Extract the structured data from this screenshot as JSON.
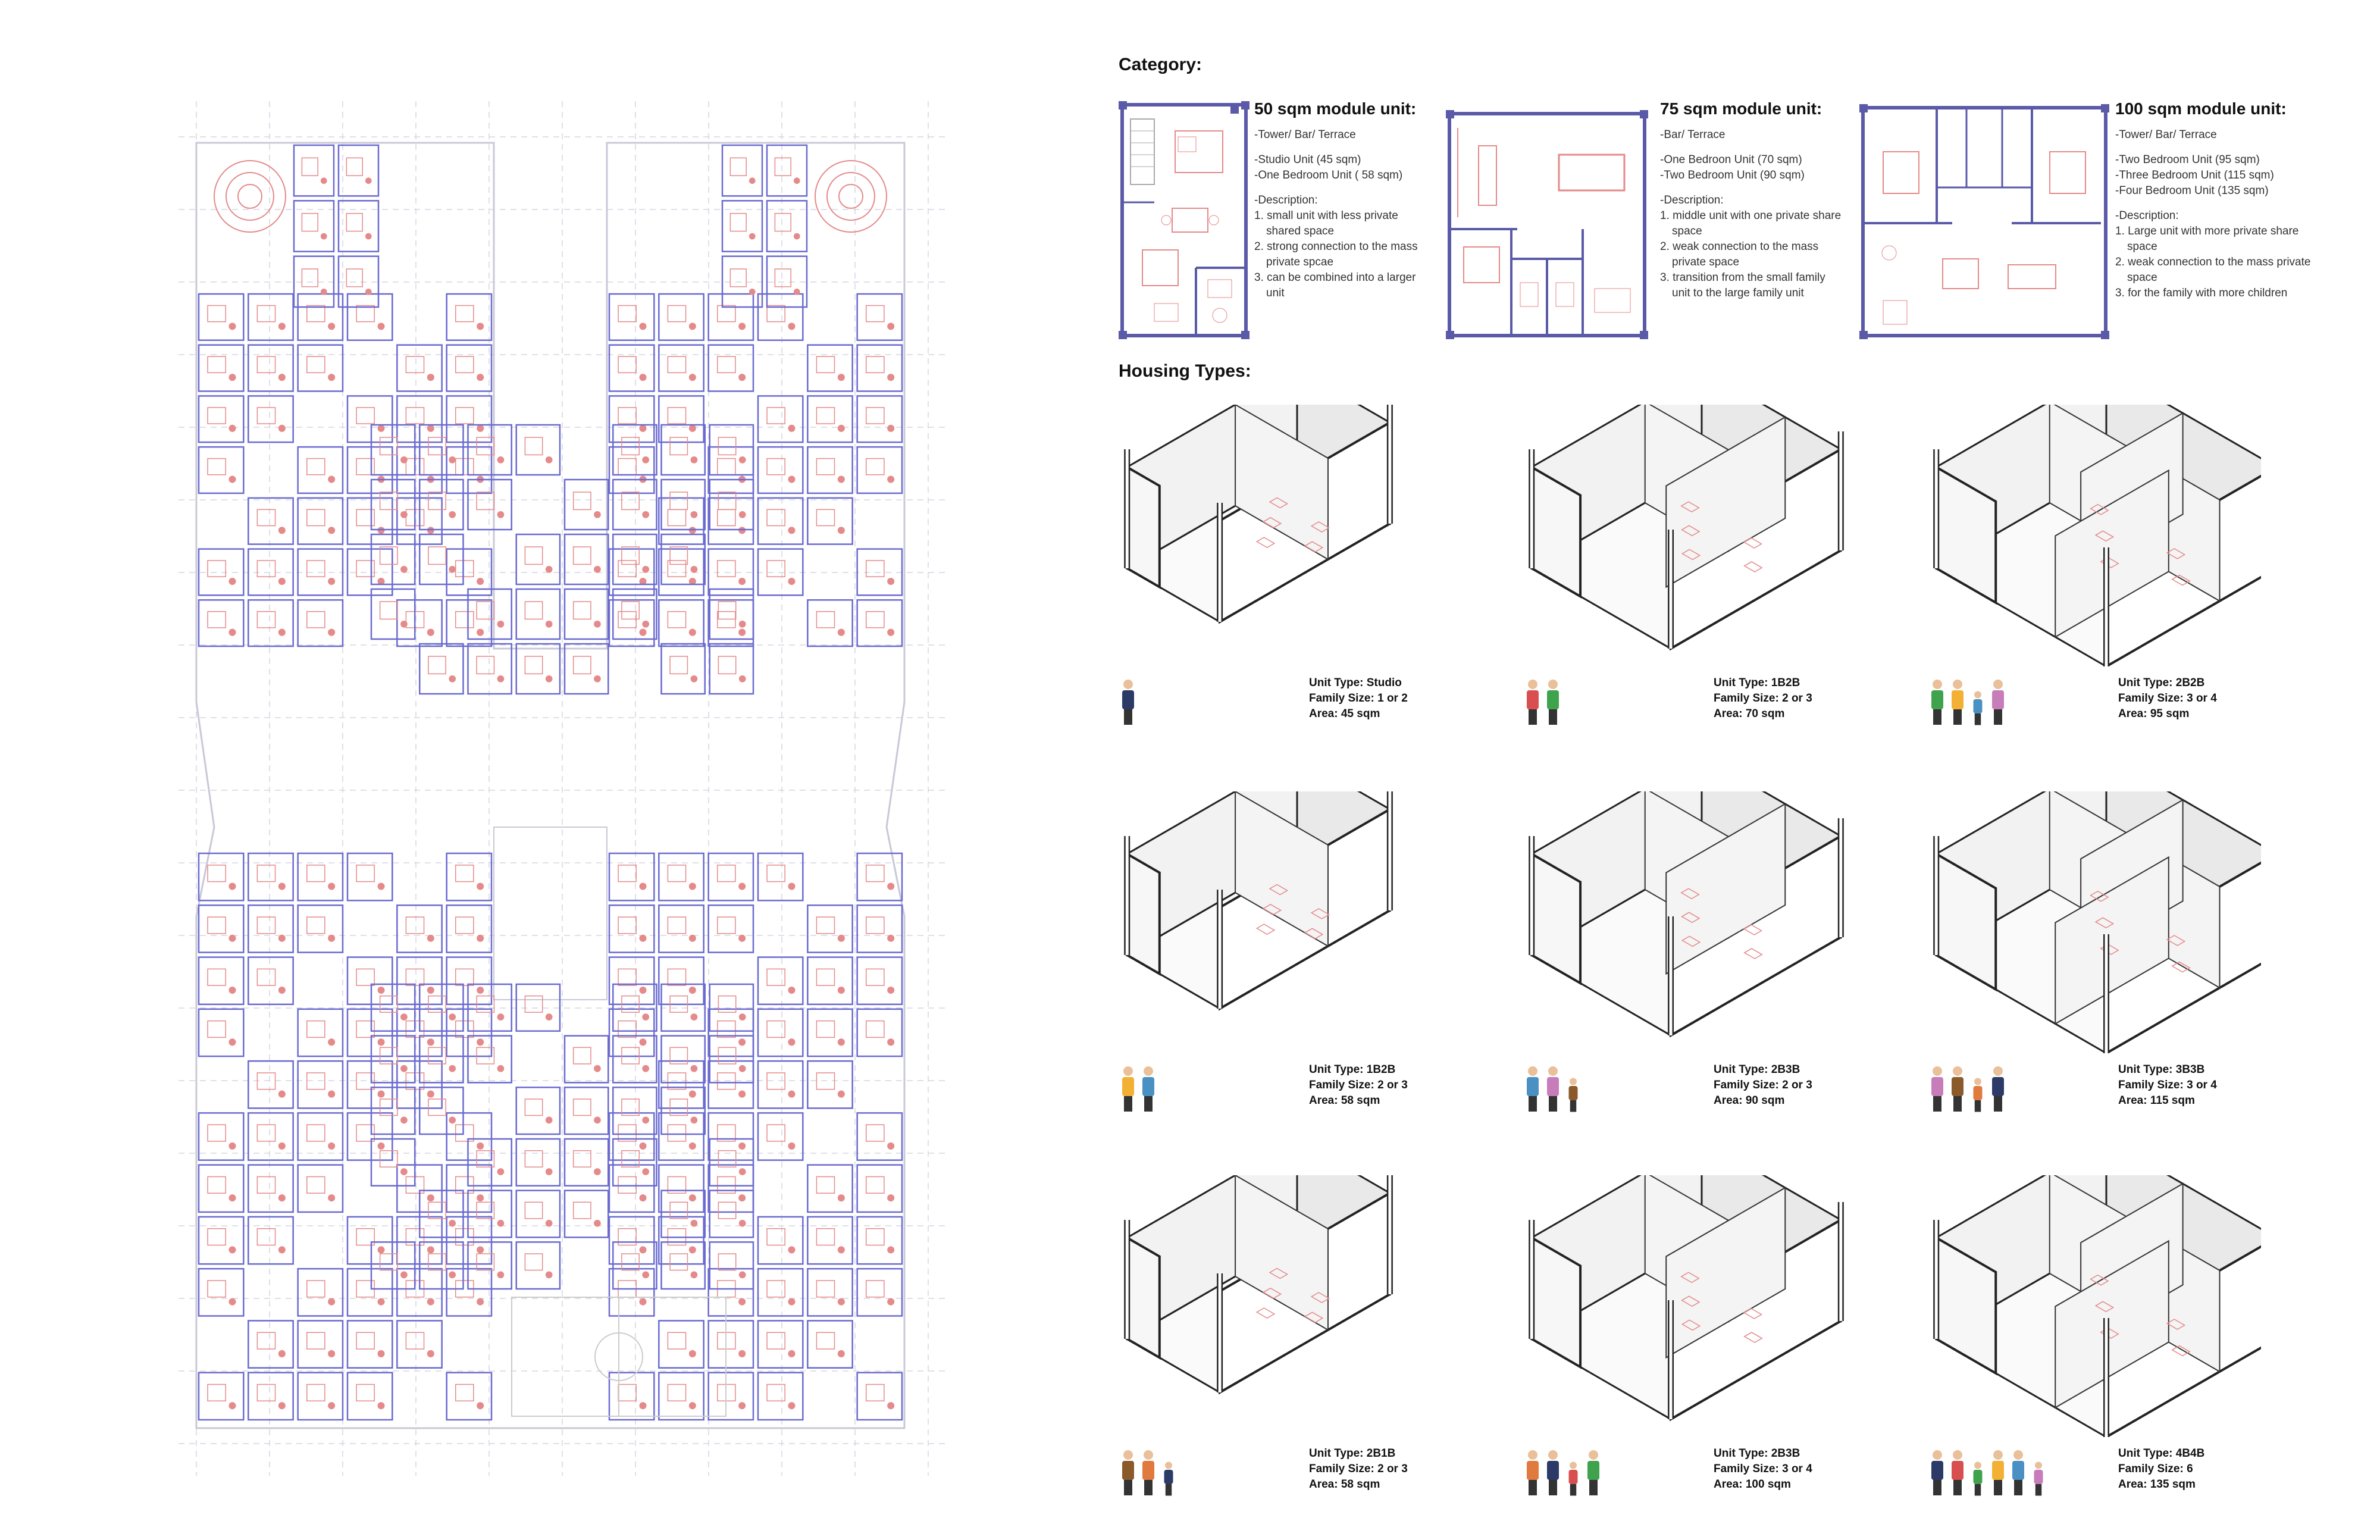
{
  "category": {
    "title": "Category:",
    "modules": [
      {
        "title": "50 sqm module unit:",
        "uses": "-Tower/ Bar/ Terrace",
        "units": [
          "-Studio Unit (45 sqm)",
          "-One Bedroom Unit ( 58 sqm)"
        ],
        "desc_label": "-Description:",
        "desc": [
          "1. small unit with less private shared space",
          "2. strong connection to the mass private spcae",
          "3. can be combined into a larger unit"
        ]
      },
      {
        "title": "75 sqm module unit:",
        "uses": "-Bar/ Terrace",
        "units": [
          "-One Bedroon Unit (70 sqm)",
          "-Two Bedroom Unit (90 sqm)"
        ],
        "desc_label": "-Description:",
        "desc": [
          "1. middle unit with one private share space",
          "2. weak connection to the mass private space",
          "3. transition from the small family unit to the large family unit"
        ]
      },
      {
        "title": "100 sqm module unit:",
        "uses": "-Tower/ Bar/ Terrace",
        "units": [
          "-Two Bedroom Unit (95 sqm)",
          "-Three Bedroom Unit (115 sqm)",
          "-Four Bedroom Unit (135 sqm)"
        ],
        "desc_label": "-Description:",
        "desc": [
          "1. Large unit with more private share space",
          "2. weak connection to the mass private space",
          "3. for the family with more children"
        ]
      }
    ]
  },
  "housing": {
    "title": "Housing Types:",
    "types": [
      {
        "type": "Unit Type: Studio",
        "family": "Family Size: 1 or 2",
        "area": "Area: 45 sqm",
        "people": 1
      },
      {
        "type": "Unit Type: 1B2B",
        "family": "Family Size: 2 or 3",
        "area": "Area: 70 sqm",
        "people": 2
      },
      {
        "type": "Unit Type: 2B2B",
        "family": "Family Size: 3 or 4",
        "area": "Area: 95 sqm",
        "people": 4
      },
      {
        "type": "Unit Type: 1B2B",
        "family": "Family Size: 2 or 3",
        "area": "Area: 58 sqm",
        "people": 2
      },
      {
        "type": "Unit Type: 2B3B",
        "family": "Family Size: 2 or 3",
        "area": "Area: 90 sqm",
        "people": 3
      },
      {
        "type": "Unit Type: 3B3B",
        "family": "Family Size: 3 or 4",
        "area": "Area: 115 sqm",
        "people": 4
      },
      {
        "type": "Unit Type: 2B1B",
        "family": "Family Size: 2 or 3",
        "area": "Area: 58 sqm",
        "people": 3
      },
      {
        "type": "Unit Type: 2B3B",
        "family": "Family Size: 3 or 4",
        "area": "Area: 100 sqm",
        "people": 4
      },
      {
        "type": "Unit Type: 4B4B",
        "family": "Family Size: 6",
        "area": "Area: 135 sqm",
        "people": 6
      }
    ]
  },
  "colors": {
    "wall": "#5a5aa8",
    "furniture": "#e58a8a",
    "grid": "#cfcfdc",
    "iso_wall": "#efefef",
    "iso_floor": "#fafafa"
  }
}
